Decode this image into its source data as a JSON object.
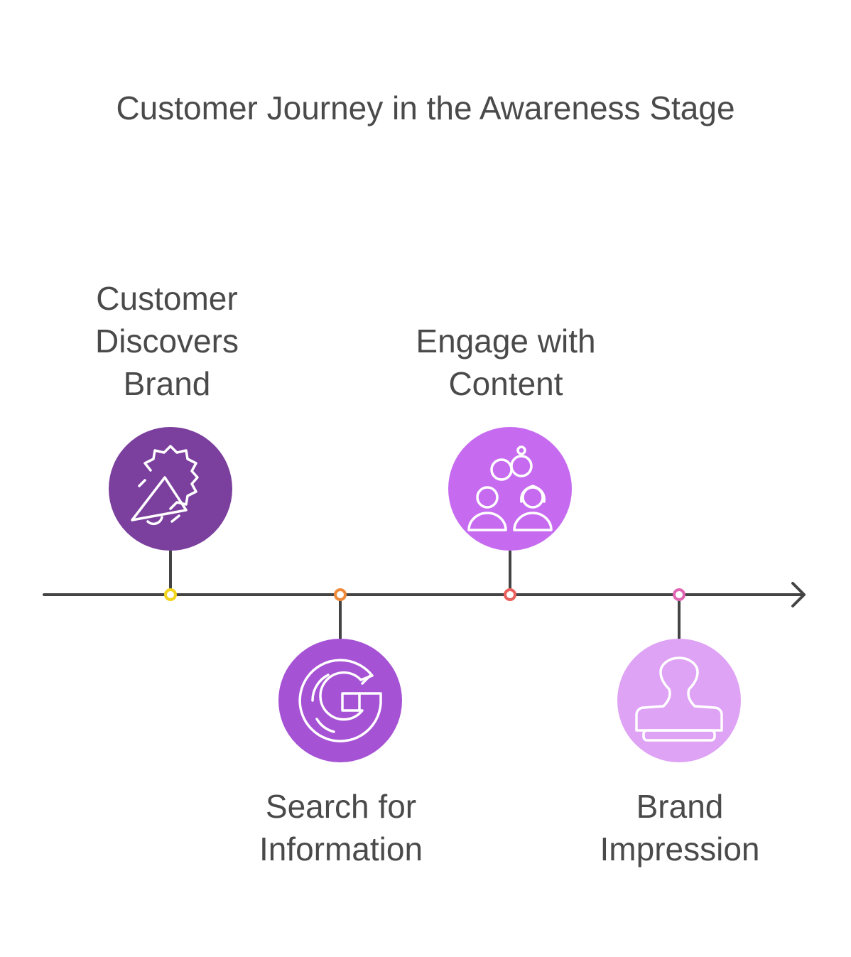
{
  "title": "Customer Journey in the Awareness Stage",
  "steps": [
    {
      "lines": [
        "Customer",
        "Discovers",
        "Brand"
      ],
      "icon": "megaphone-icon",
      "color": "#7b3f9e",
      "marker_color": "#f2d51a",
      "position": "above"
    },
    {
      "lines": [
        "Search for",
        "Information"
      ],
      "icon": "google-search-icon",
      "color": "#a552d4",
      "marker_color": "#ef8a3a",
      "position": "below"
    },
    {
      "lines": [
        "Engage with",
        "Content"
      ],
      "icon": "people-interaction-icon",
      "color": "#c66bf0",
      "marker_color": "#e9605c",
      "position": "above"
    },
    {
      "lines": [
        "Brand",
        "Impression"
      ],
      "icon": "stamp-icon",
      "color": "#dfa3f5",
      "marker_color": "#e065b3",
      "position": "below"
    }
  ],
  "axis_color": "#444444"
}
